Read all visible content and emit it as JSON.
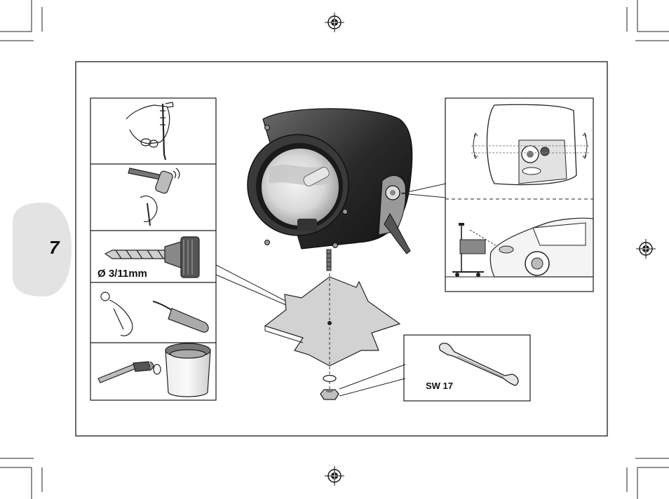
{
  "page": {
    "page_number": "7"
  },
  "steps": {
    "drill_label": "Ø 3/11mm"
  },
  "tools": {
    "wrench_label": "SW 17"
  },
  "icons": {
    "register_mark": "registration-mark-icon",
    "crop_mark": "crop-mark-icon",
    "awl": "awl-icon",
    "hammer": "hammer-icon",
    "drill": "drill-bit-icon",
    "deburr": "deburring-tool-icon",
    "paint": "paint-brush-icon",
    "lamp": "headlamp-icon",
    "wrench": "open-wrench-icon"
  },
  "colors": {
    "frame": "#1a1a1a",
    "tab": "#e3e3e3",
    "mount_plate": "#d2d2d2"
  }
}
